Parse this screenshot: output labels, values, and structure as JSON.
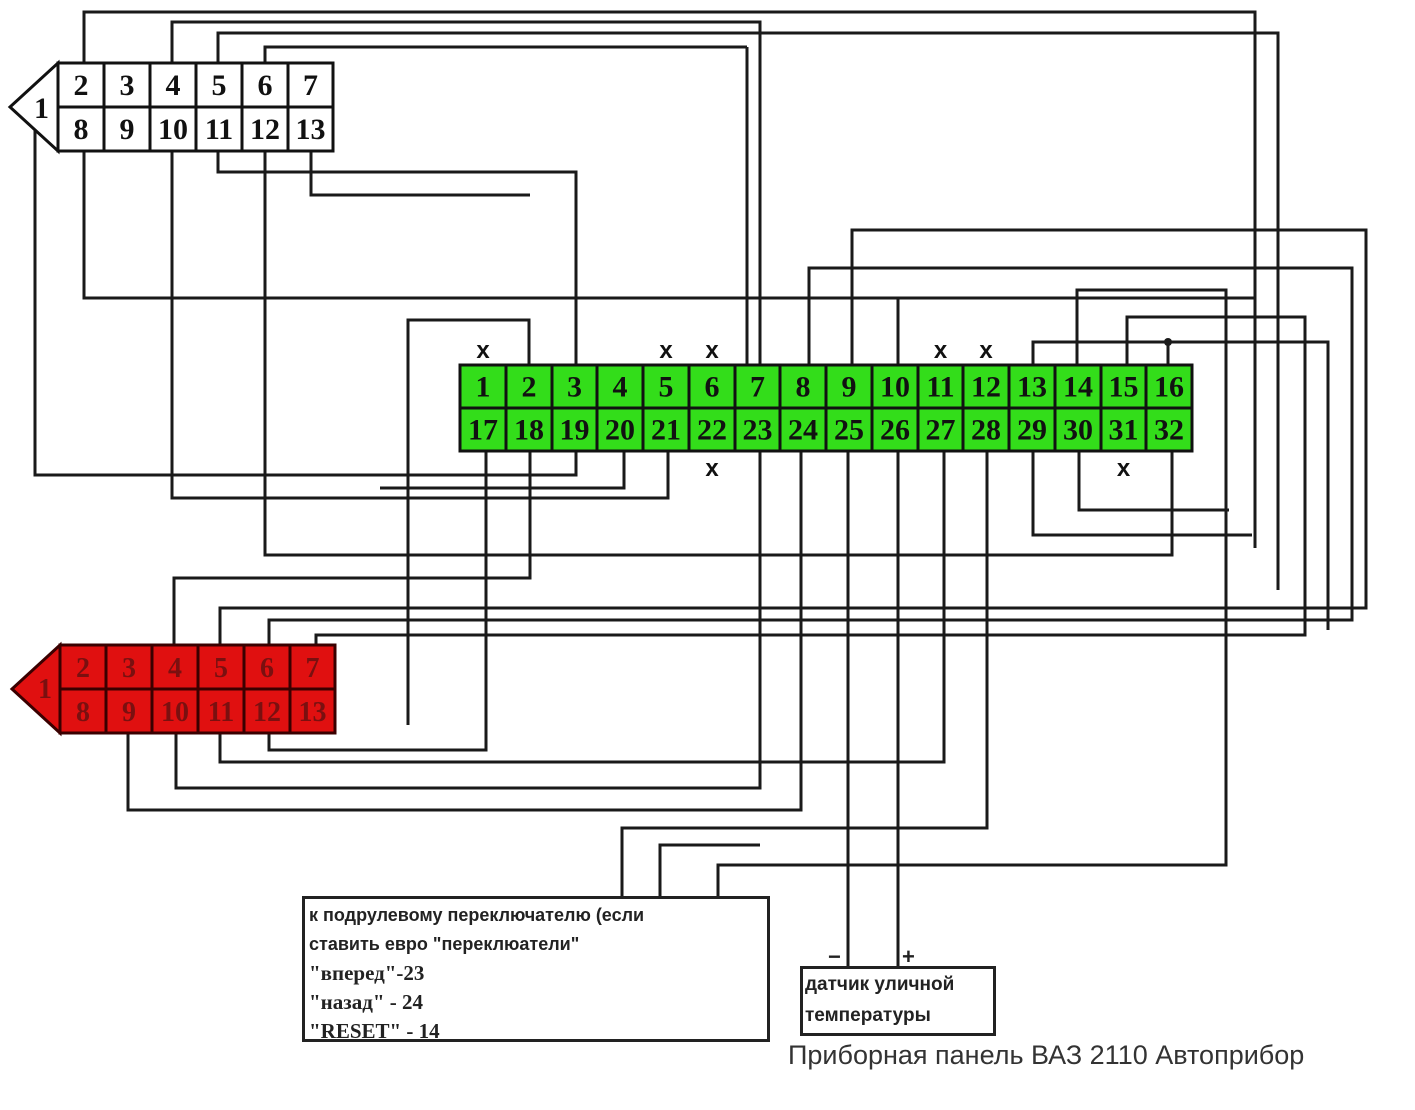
{
  "diagram": {
    "title": "Приборная панель ВАЗ 2110 Автоприбор",
    "colors": {
      "wire": "#1a1a1a",
      "main_connector": "#33dd1a",
      "top_connector": "#ffffff",
      "bottom_connector": "#e01010"
    },
    "top_connector": {
      "name": "13-pin connector (white)",
      "tip_pin": "1",
      "top_row": [
        "2",
        "3",
        "4",
        "5",
        "6",
        "7"
      ],
      "bottom_row": [
        "8",
        "9",
        "10",
        "11",
        "12",
        "13"
      ]
    },
    "bottom_connector": {
      "name": "13-pin connector (red)",
      "tip_pin": "1",
      "top_row": [
        "2",
        "3",
        "4",
        "5",
        "6",
        "7"
      ],
      "bottom_row": [
        "8",
        "9",
        "10",
        "11",
        "12",
        "13"
      ]
    },
    "main_connector": {
      "name": "32-pin instrument panel connector (green)",
      "top_row": [
        "1",
        "2",
        "3",
        "4",
        "5",
        "6",
        "7",
        "8",
        "9",
        "10",
        "11",
        "12",
        "13",
        "14",
        "15",
        "16"
      ],
      "bottom_row": [
        "17",
        "18",
        "19",
        "20",
        "21",
        "22",
        "23",
        "24",
        "25",
        "26",
        "27",
        "28",
        "29",
        "30",
        "31",
        "32"
      ],
      "unused_mark": "x",
      "unused_pins": [
        "1",
        "5",
        "6",
        "11",
        "12",
        "22",
        "31"
      ]
    },
    "switch_note": {
      "lines": [
        "к подрулевому переключателю (если",
        "ставить евро \"переклюатели\"",
        "\"вперед\"-23",
        "\"назад\" - 24",
        "\"RESET\" - 14"
      ]
    },
    "sensor_note": {
      "lines": [
        "датчик уличной",
        "температуры"
      ],
      "minus": "−",
      "plus": "+"
    }
  }
}
